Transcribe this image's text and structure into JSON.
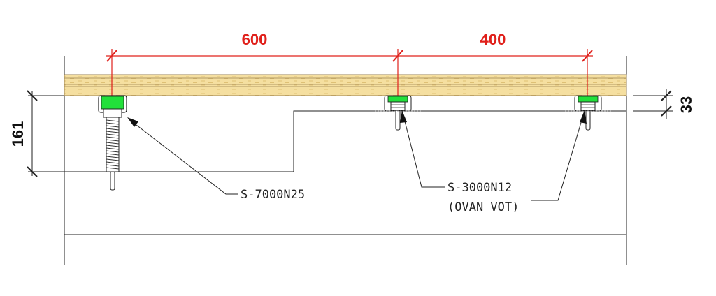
{
  "dimensions": {
    "span_left": "600",
    "span_right": "400",
    "height_left": "161",
    "height_right": "33"
  },
  "labels": {
    "anchor_large": "S-7000N25",
    "anchor_small_line1": "S-3000N12",
    "anchor_small_line2": "(OVAN VOT)"
  },
  "colors": {
    "dimension_red": "#e0201b",
    "anchor_green": "#22e03a",
    "wood_fill": "#f5dfa0"
  }
}
